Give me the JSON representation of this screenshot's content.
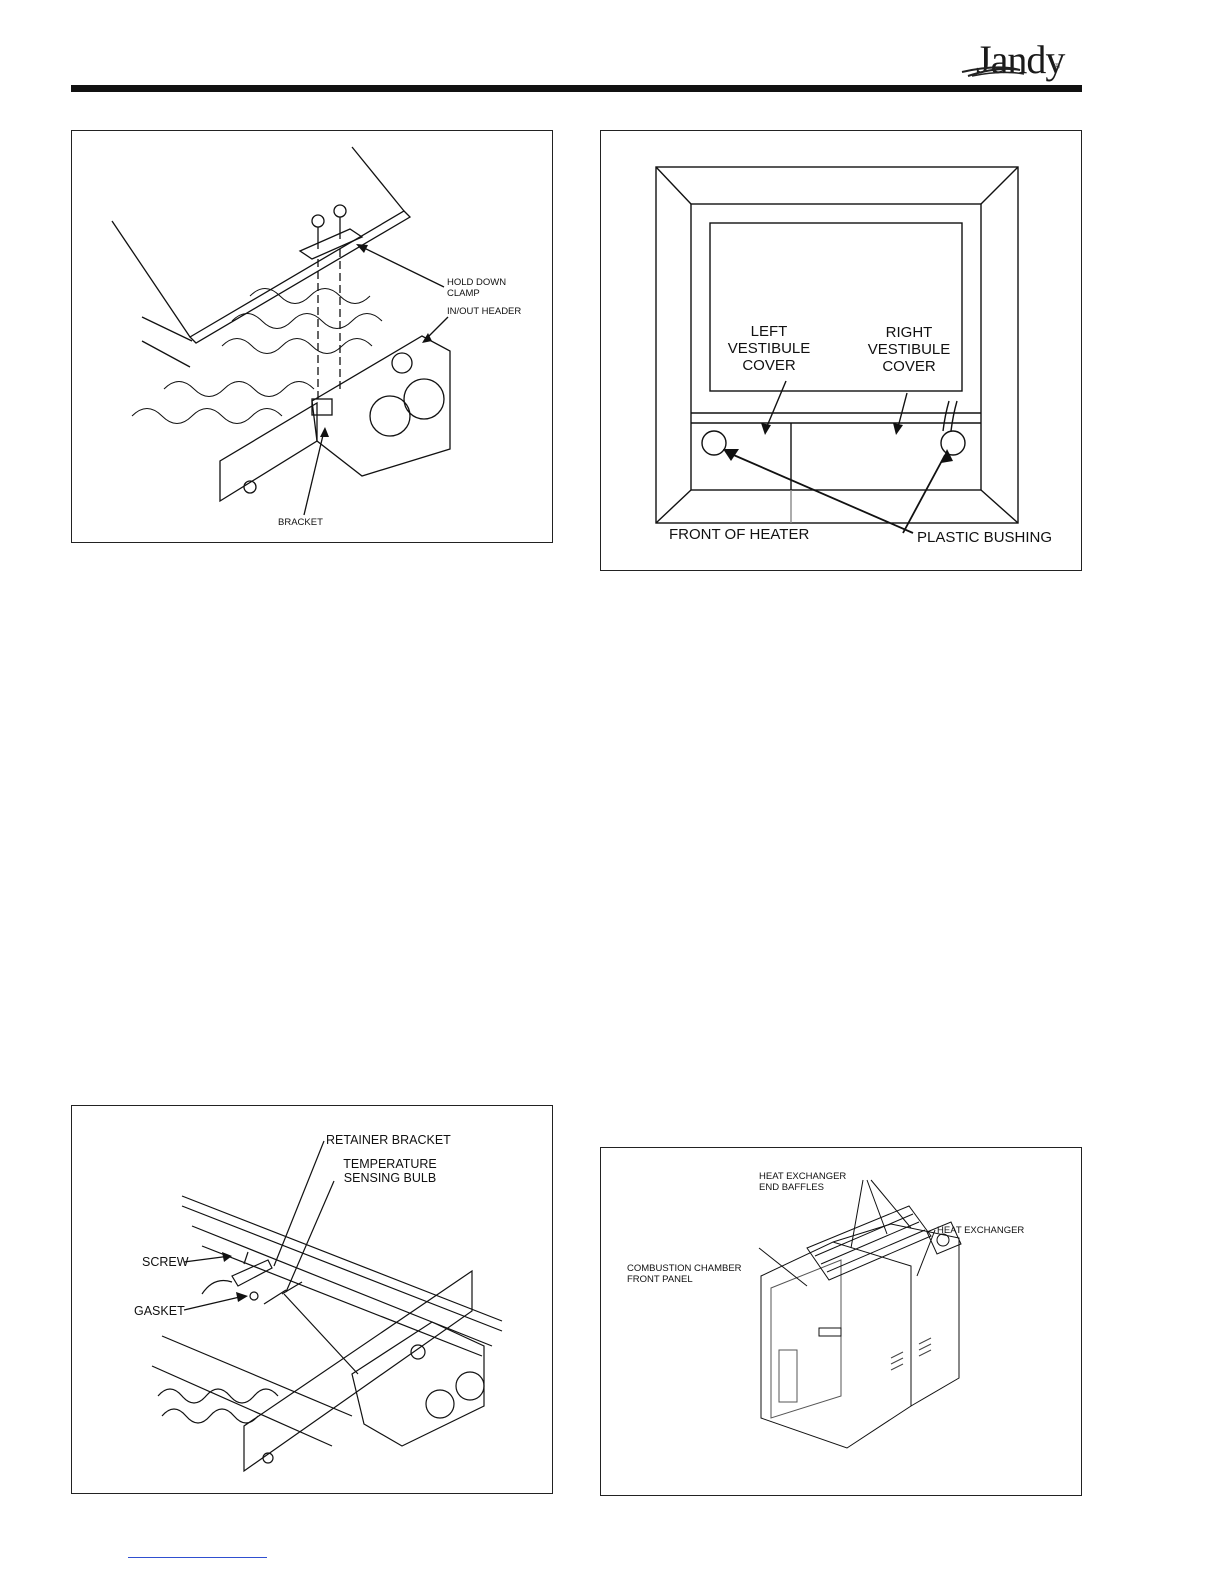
{
  "header": {
    "logo_text": "Jandy",
    "logo_mark": "®"
  },
  "figures": {
    "clamp": {
      "hold_down_clamp": "HOLD DOWN\nCLAMP",
      "in_out_header": "IN/OUT HEADER",
      "bracket": "BRACKET"
    },
    "vestibule": {
      "left_vestibule_cover": "LEFT\nVESTIBULE\nCOVER",
      "right_vestibule_cover": "RIGHT\nVESTIBULE\nCOVER",
      "front_of_heater": "FRONT OF HEATER",
      "plastic_bushing": "PLASTIC BUSHING"
    },
    "sensing_bulb": {
      "retainer_bracket": "RETAINER BRACKET",
      "temperature_sensing_bulb": "TEMPERATURE\nSENSING BULB",
      "screw": "SCREW",
      "gasket": "GASKET"
    },
    "heat_exchanger": {
      "end_baffles": "HEAT EXCHANGER\nEND BAFFLES",
      "heat_exchanger": "HEAT EXCHANGER",
      "combustion_chamber": "COMBUSTION CHAMBER\nFRONT PANEL"
    }
  }
}
